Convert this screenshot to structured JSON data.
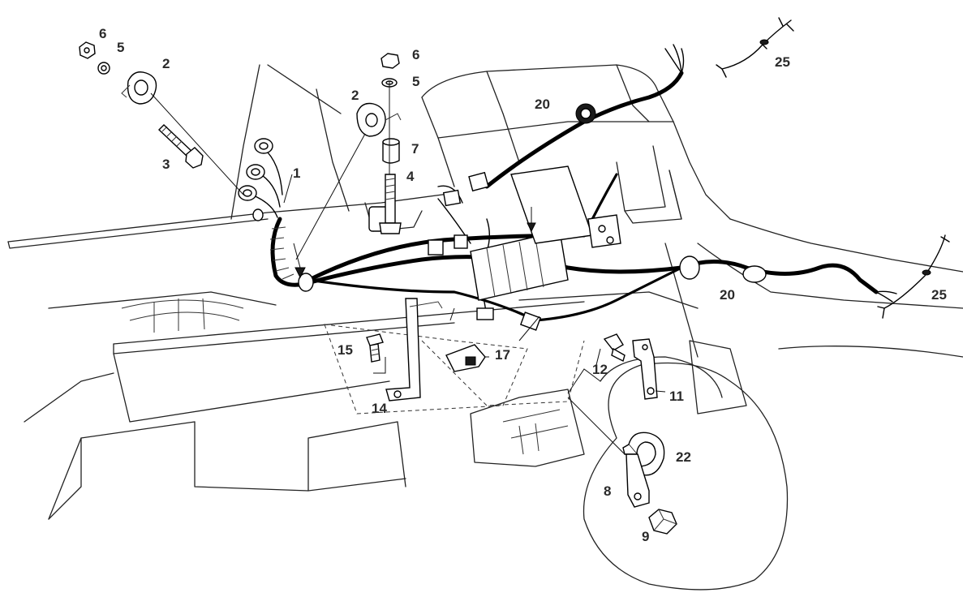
{
  "callouts": {
    "c6_left": "6",
    "c5_left": "5",
    "c2_left": "2",
    "c3": "3",
    "c1": "1",
    "c6_mid": "6",
    "c5_mid": "5",
    "c2_mid": "2",
    "c7": "7",
    "c4": "4",
    "c20_top": "20",
    "c25_top": "25",
    "c20_right": "20",
    "c25_right": "25",
    "c15": "15",
    "c17": "17",
    "c12": "12",
    "c14": "14",
    "c11": "11",
    "c22": "22",
    "c8": "8",
    "c9": "9"
  }
}
